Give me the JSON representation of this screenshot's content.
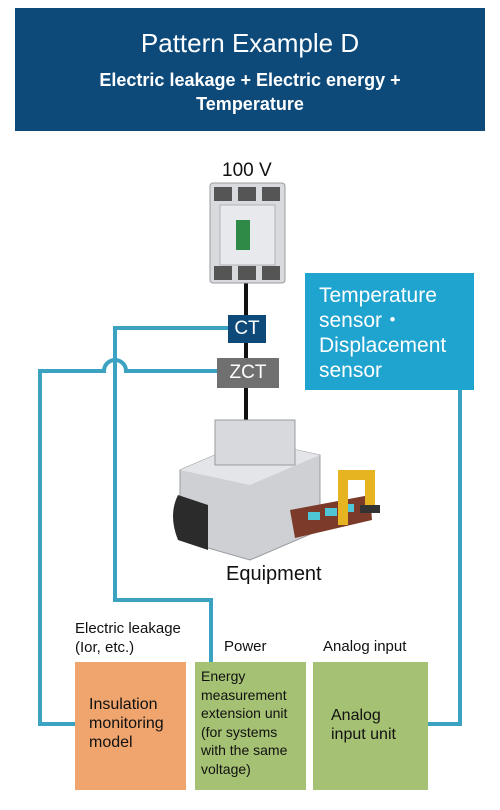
{
  "header": {
    "title": "Pattern Example D",
    "subtitle": "Electric leakage + Electric energy +\nTemperature"
  },
  "breaker": {
    "voltage": "100 V"
  },
  "ct": {
    "label": "CT"
  },
  "zct": {
    "label": "ZCT"
  },
  "sensor": {
    "label": "Temperature\nsensor・\nDisplacement\nsensor"
  },
  "equipment": {
    "label": "Equipment"
  },
  "inputs": {
    "leakage": "Electric leakage\n(Ior, etc.)",
    "power": "Power",
    "analog": "Analog input"
  },
  "units": {
    "insulation": "Insulation\nmonitoring\nmodel",
    "energy": "Energy\nmeasurement\nextension unit\n(for systems\nwith the same\nvoltage)",
    "analog": "Analog\ninput unit"
  },
  "colors": {
    "header_bg": "#0d4a7a",
    "wire": "#3ba2c2",
    "ct_bg": "#0d4a7a",
    "zct_bg": "#707070",
    "sensor_bg": "#1fa3cf",
    "insulation_bg": "#f0a56e",
    "energy_bg": "#a5c173",
    "analog_bg": "#a5c173"
  }
}
